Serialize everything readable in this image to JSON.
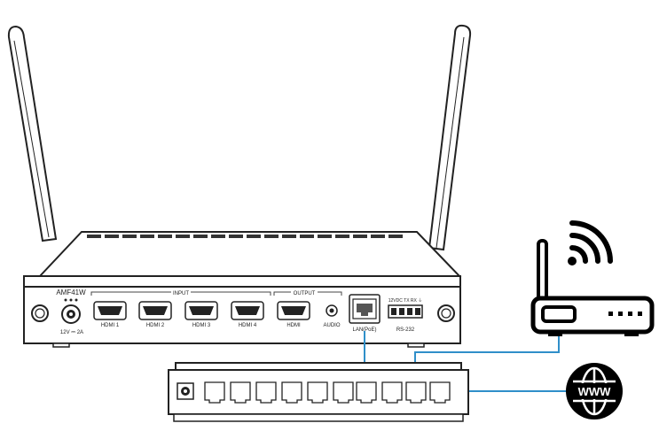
{
  "device": {
    "model": "AMF41W",
    "power_label": "12V ⎓ 2A",
    "input_group_label": "INPUT",
    "output_group_label": "OUTPUT",
    "inputs": [
      "HDMI 1",
      "HDMI 2",
      "HDMI 3",
      "HDMI 4"
    ],
    "output": "HDMI",
    "audio_label": "AUDIO",
    "lan_label": "LAN(PoE)",
    "rs232_pins": "12VDC TX RX ⏚",
    "rs232_label": "RS-232"
  },
  "icons": {
    "router": "wifi-router-icon",
    "internet": "www-globe-icon",
    "switch": "network-switch-icon"
  },
  "internet_globe_text": "WWW",
  "colors": {
    "outline": "#222222",
    "cable": "#2f8fc9",
    "globe": "#000000"
  }
}
